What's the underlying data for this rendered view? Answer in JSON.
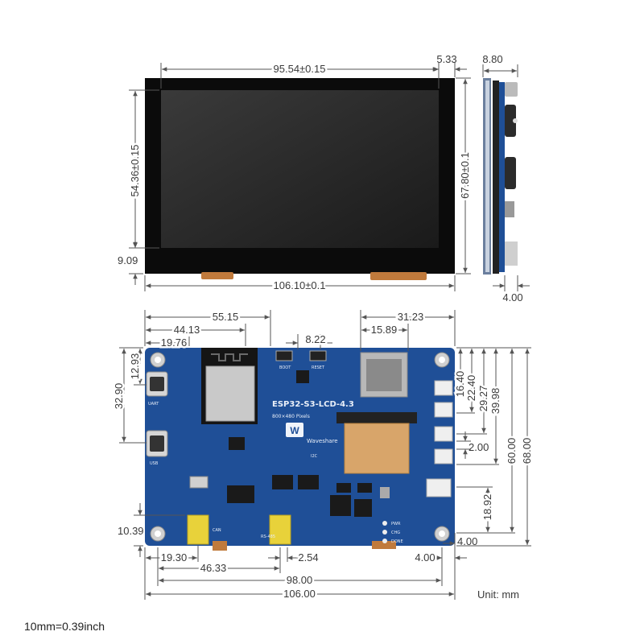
{
  "top_view": {
    "width_dim": "106.10±0.1",
    "screen_width_dim": "95.54±0.15",
    "bezel_right_dim": "5.33",
    "screen_height_dim": "54.36±0.15",
    "height_dim": "67.80±0.1",
    "bezel_bottom_dim": "9.09"
  },
  "side_view": {
    "thickness_dim": "8.80",
    "depth_dim": "4.00"
  },
  "board_view": {
    "dims": {
      "d_55_15": "55.15",
      "d_44_13": "44.13",
      "d_19_76": "19.76",
      "d_8_22": "8.22",
      "d_31_23": "31.23",
      "d_15_89": "15.89",
      "d_12_93": "12.93",
      "d_32_90": "32.90",
      "d_10_39": "10.39",
      "d_16_40": "16.40",
      "d_22_40": "22.40",
      "d_29_27": "29.27",
      "d_39_98": "39.98",
      "d_2_00": "2.00",
      "d_60_00": "60.00",
      "d_68_00": "68.00",
      "d_18_92": "18.92",
      "d_4_00_right": "4.00",
      "d_19_30": "19.30",
      "d_2_54": "2.54",
      "d_4_00_bottom": "4.00",
      "d_46_33": "46.33",
      "d_98_00": "98.00",
      "d_106_00": "106.00"
    },
    "silkscreen": {
      "board_name": "ESP32-S3-LCD-4.3",
      "resolution": "800×480 Pixels",
      "brand": "Waveshare",
      "boot": "BOOT",
      "reset": "RESET",
      "uart": "UART",
      "usb": "USB",
      "can": "CAN",
      "rs485": "RS-485",
      "pwr": "PWR",
      "chg": "CHG",
      "done": "DONE",
      "io": "I2C"
    },
    "colors": {
      "pcb": "#1f4f97",
      "dim_line": "#555555"
    }
  },
  "unit_label": "Unit: mm",
  "conversion_note": "10mm=0.39inch"
}
